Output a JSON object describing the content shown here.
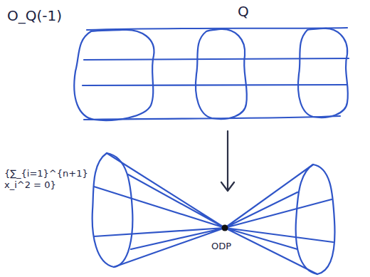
{
  "diagram": {
    "nodes": [
      {
        "text": [
          "O_Q(-1)",
          "Q"
        ]
      },
      {
        "text": [
          "{∑_{i=1}^{n+1} x_i^2 = 0}",
          "ODP"
        ]
      }
    ],
    "edges": [
      {
        "from": 0,
        "to": 1,
        "arrow": "to"
      }
    ]
  }
}
